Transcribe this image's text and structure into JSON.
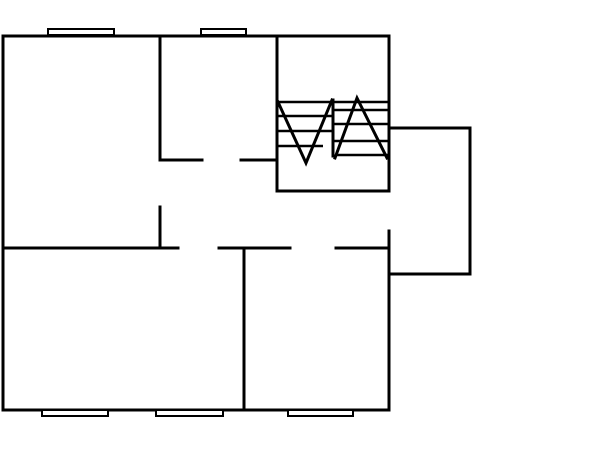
{
  "colors": {
    "background": "#ffffff",
    "wall": "#000000"
  },
  "elements": [
    "exterior-walls",
    "interior-walls",
    "staircase",
    "annex",
    "windows"
  ]
}
